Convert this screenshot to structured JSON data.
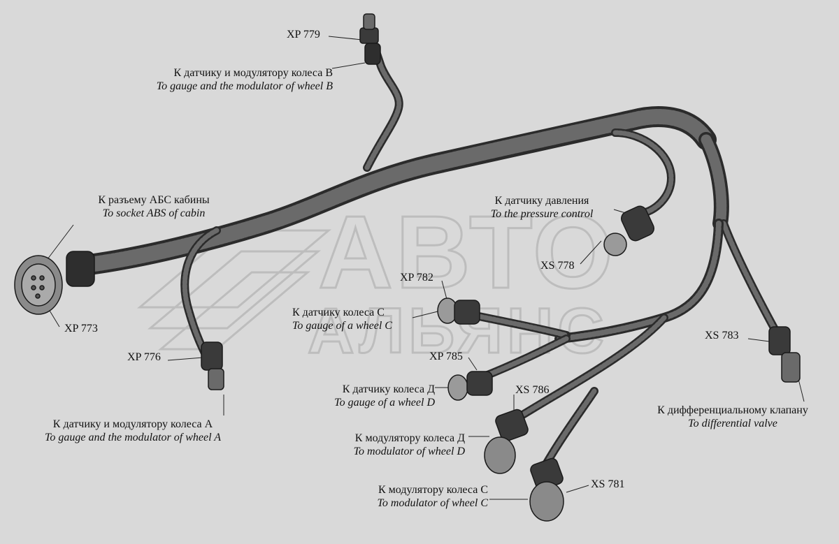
{
  "watermark": {
    "line1": "АВТО",
    "line2": "АЛЬЯНС"
  },
  "colors": {
    "background": "#d9d9d9",
    "harness": "#3a3a3a",
    "watermark": "#bdbdbd"
  },
  "connectors": {
    "xp779": "XP 779",
    "xp773": "XP 773",
    "xp776": "XP 776",
    "xs778": "XS 778",
    "xp782": "XP 782",
    "xp785": "XP 785",
    "xs786": "XS 786",
    "xs783": "XS 783",
    "xs781": "XS 781"
  },
  "labels": {
    "wheel_b": {
      "ru": "К датчику и модулятору колеса В",
      "en": "To  gauge and the modulator of wheel B"
    },
    "cabin": {
      "ru": "К разъему АБС кабины",
      "en": "To socket ABS of  cabin"
    },
    "pressure": {
      "ru": "К датчику давления",
      "en": "To the pressure control"
    },
    "wheel_c_gauge": {
      "ru": "К датчику колеса С",
      "en": "To gauge of a wheel C"
    },
    "wheel_d_gauge": {
      "ru": "К датчику колеса Д",
      "en": "To  gauge of a wheel D"
    },
    "wheel_a": {
      "ru": "К датчику и модулятору колеса А",
      "en": "To  gauge and the modulator of  wheel A"
    },
    "mod_d": {
      "ru": "К модулятору колеса Д",
      "en": "To  modulator of wheel D"
    },
    "mod_c": {
      "ru": "К модулятору колеса С",
      "en": "To  modulator of wheel C"
    },
    "diff_valve": {
      "ru": "К дифференциальному клапану",
      "en": "To  differential valve"
    }
  }
}
